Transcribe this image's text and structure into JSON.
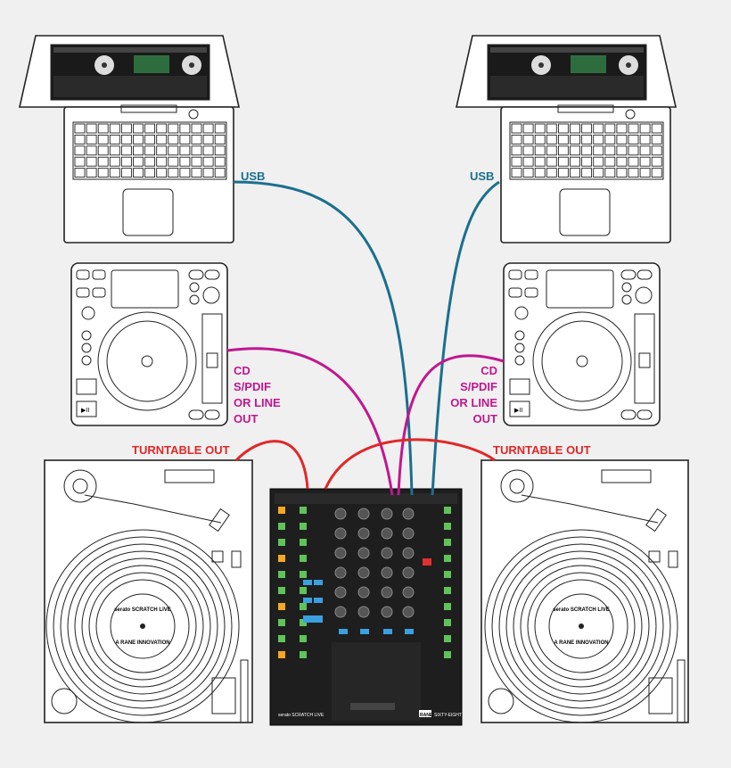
{
  "labels": {
    "usb_left": "USB",
    "usb_right": "USB",
    "cd_left": [
      "CD",
      "S/PDIF",
      "OR LINE",
      "OUT"
    ],
    "cd_right": [
      "CD",
      "S/PDIF",
      "OR LINE",
      "OUT"
    ],
    "turntable_left": "TURNTABLE OUT",
    "turntable_right": "TURNTABLE OUT"
  },
  "mixer": {
    "brand": "RANE",
    "model": "SIXTY-EIGHT",
    "logo": "serato SCRATCH LIVE"
  },
  "record_label": {
    "top": "serato SCRATCH LIVE",
    "bottom": "A RANE INNOVATION"
  },
  "colors": {
    "usb": "#1b6f8f",
    "cd": "#c0178f",
    "turntable": "#e02828",
    "mixer_body": "#1e1e1e",
    "mixer_green": "#5fc35a",
    "mixer_orange": "#f5a623",
    "mixer_blue": "#3aa0e0"
  }
}
